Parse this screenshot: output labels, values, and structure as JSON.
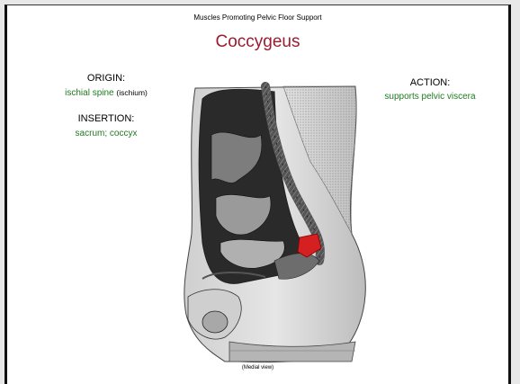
{
  "slide": {
    "subtitle": "Muscles Promoting Pelvic Floor Support",
    "title": "Coccygeus",
    "origin": {
      "label": "ORIGIN:",
      "value": "ischial spine",
      "detail": "(ischium)"
    },
    "insertion": {
      "label": "INSERTION:",
      "value": "sacrum; coccyx"
    },
    "action": {
      "label": "ACTION:",
      "value": "supports pelvic viscera"
    },
    "caption": "(Medial view)"
  },
  "colors": {
    "title": "#9b1b30",
    "value_text": "#1f7a1f",
    "highlight_muscle": "#d42020"
  },
  "figure": {
    "icon": "pelvis-sagittal-section-illustration"
  }
}
